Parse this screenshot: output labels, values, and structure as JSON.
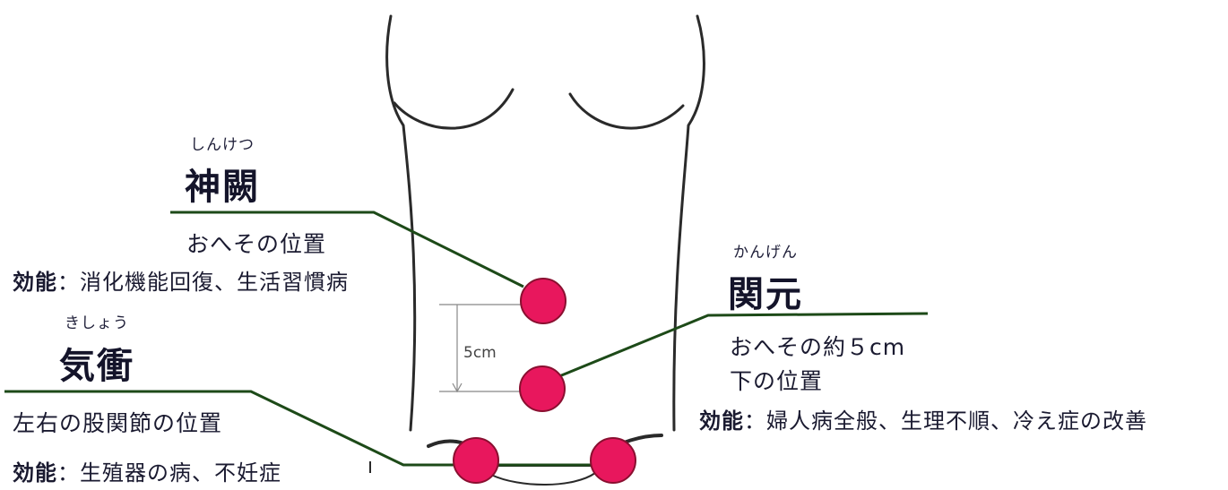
{
  "points": [
    {
      "id": "shinketsu",
      "ruby": "しんけつ",
      "name": "神闕",
      "location": "おへその位置",
      "effect_label": "効能",
      "effect_text": "：消化機能回復、生活習慣病"
    },
    {
      "id": "kanngen",
      "ruby": "かんげん",
      "name": "関元",
      "location_line1": "おへその約５cm",
      "location_line2": "下の位置",
      "effect_label": "効能",
      "effect_text": "：婦人病全般、生理不順、冷え症の改善"
    },
    {
      "id": "kisho",
      "ruby": "きしょう",
      "name": "気衝",
      "location": "左右の股関節の位置",
      "effect_label": "効能",
      "effect_text": "：生殖器の病、不妊症"
    }
  ],
  "distance_label": "5cm",
  "colors": {
    "point_fill": "#e8175d",
    "point_stroke": "#8a0f30",
    "leader_line": "#1d4a18",
    "body_outline": "#2a2a2a",
    "dimension": "#888888"
  }
}
